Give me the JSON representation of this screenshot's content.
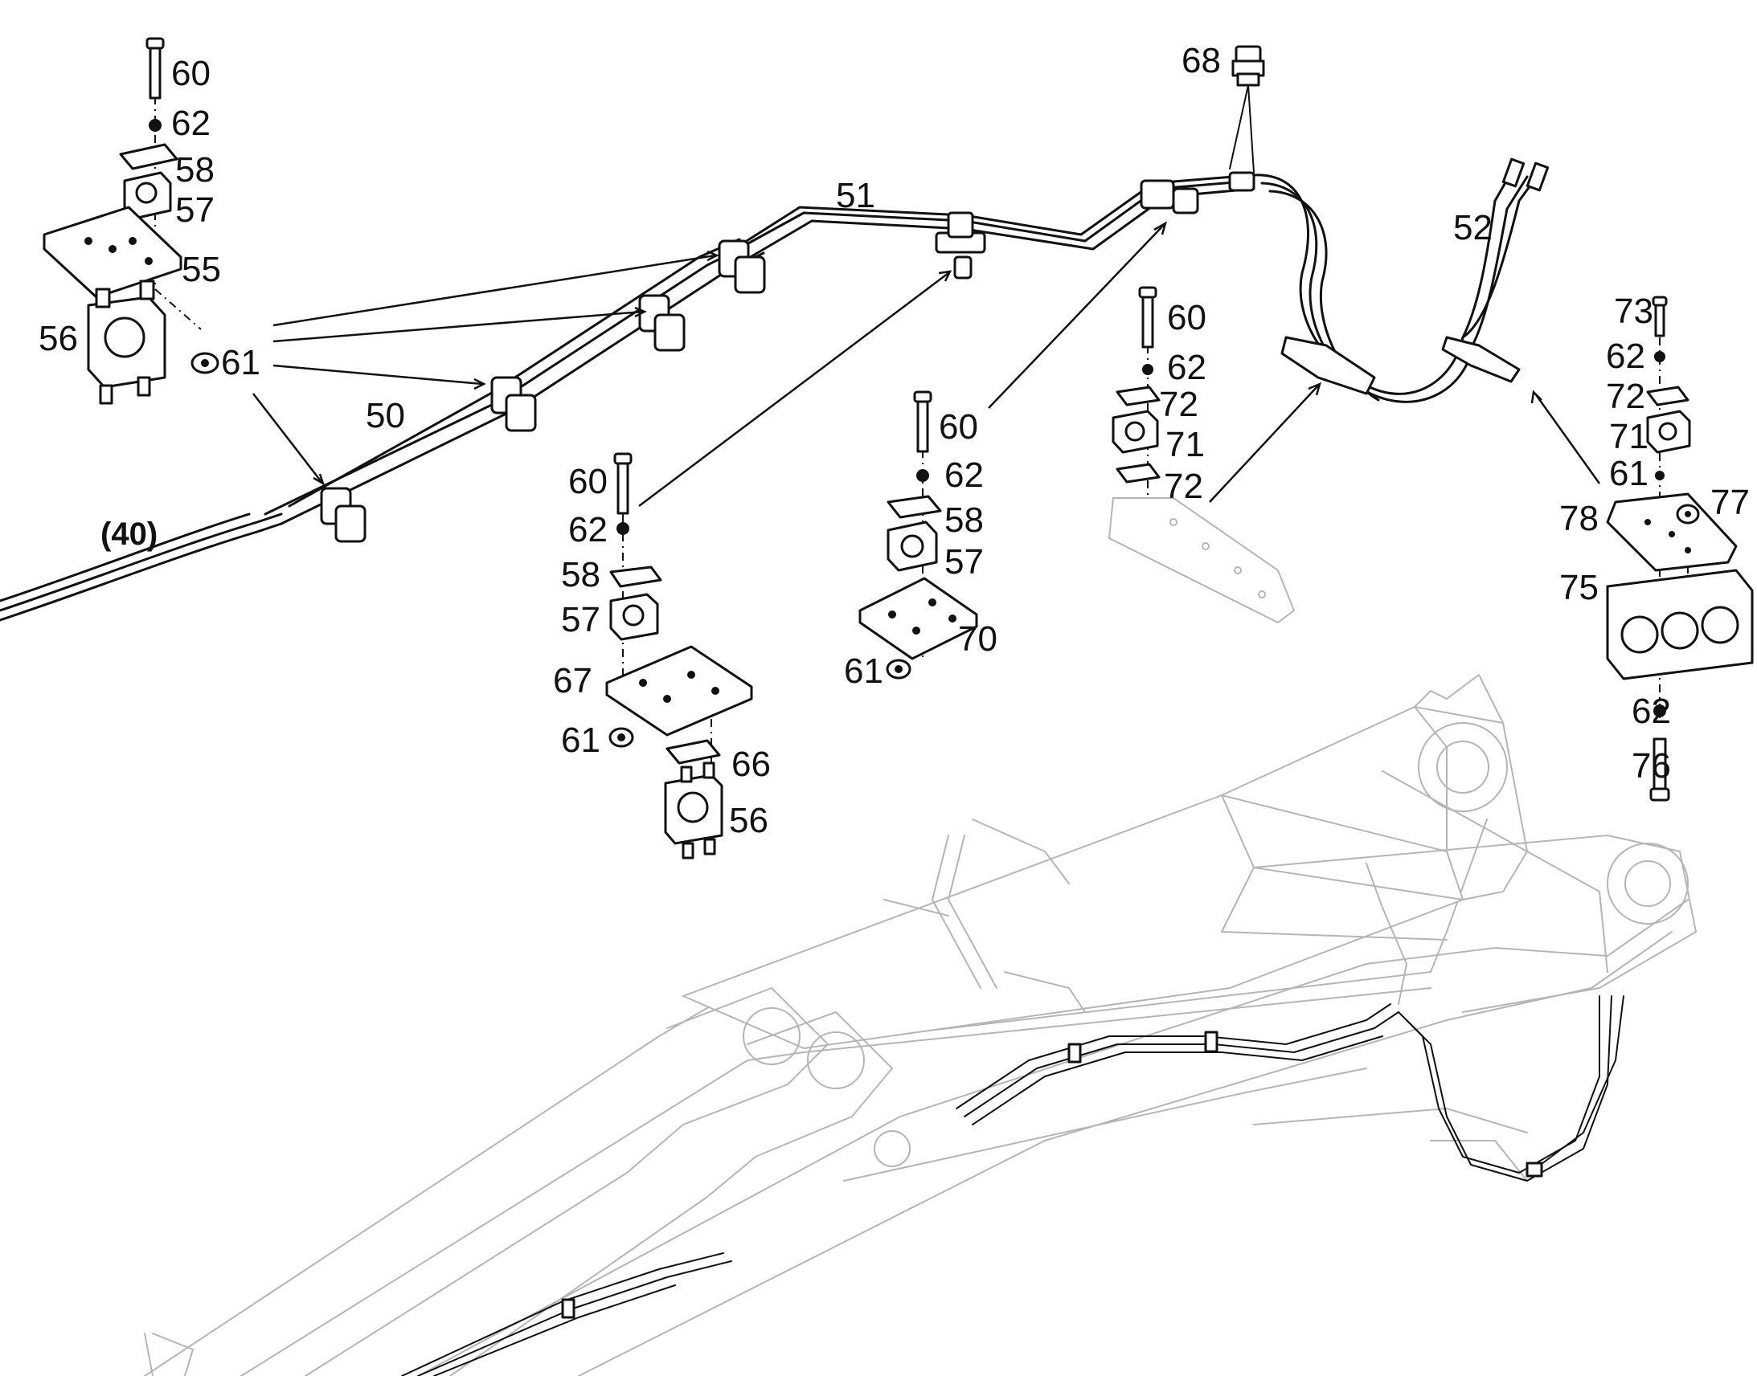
{
  "callouts": {
    "a60": "60",
    "a62": "62",
    "a58": "58",
    "a57": "57",
    "a55": "55",
    "a56": "56",
    "a61": "61",
    "b51": "51",
    "b50": "50",
    "b68": "68",
    "b52": "52",
    "b40": "(40)",
    "c60": "60",
    "c62": "62",
    "c58": "58",
    "c57": "57",
    "c67": "67",
    "c61": "61",
    "c66": "66",
    "c56": "56",
    "d60": "60",
    "d62": "62",
    "d58": "58",
    "d57": "57",
    "d70": "70",
    "d61": "61",
    "e60": "60",
    "e62": "62",
    "e72a": "72",
    "e71": "71",
    "e72b": "72",
    "f73": "73",
    "f62a": "62",
    "f72": "72",
    "f71": "71",
    "f61": "61",
    "f78": "78",
    "f77": "77",
    "f75": "75",
    "f62b": "62",
    "f76": "76"
  },
  "icons": {
    "bolt": "bolt-icon",
    "washer": "washer-icon",
    "nut": "nut-icon",
    "clamp": "clamp-icon",
    "plate": "plate-icon",
    "fitting": "fitting-icon"
  }
}
